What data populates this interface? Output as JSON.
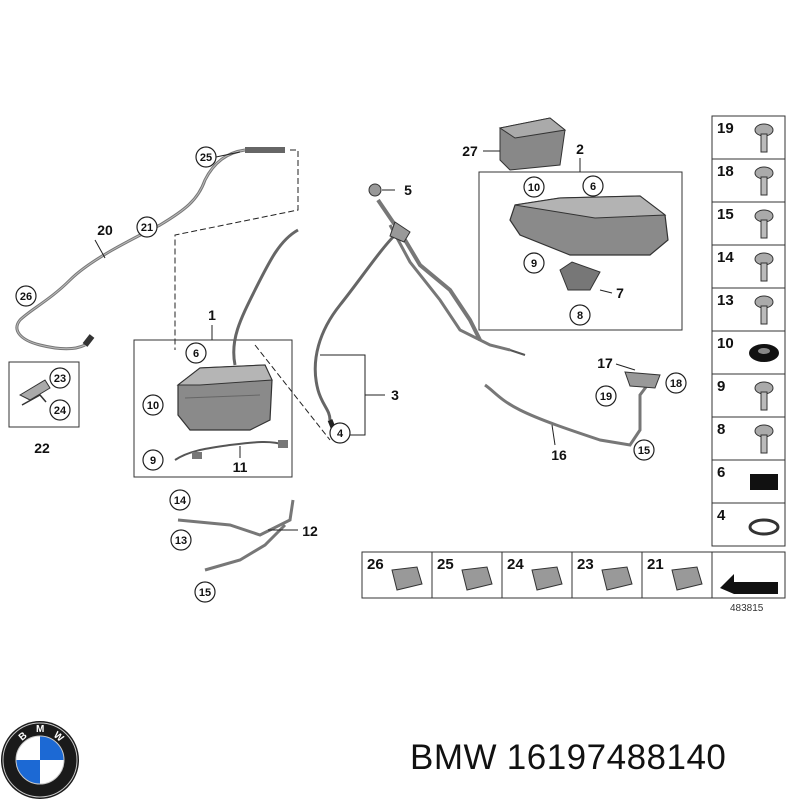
{
  "callouts_main": {
    "n1": "1",
    "n2": "2",
    "n3": "3",
    "n5": "5",
    "n7": "7",
    "n11": "11",
    "n12": "12",
    "n16": "16",
    "n17": "17",
    "n20": "20",
    "n22": "22",
    "n27": "27"
  },
  "callouts_circled": {
    "c25": "25",
    "c21": "21",
    "c26": "26",
    "c23": "23",
    "c24": "24",
    "c6a": "6",
    "c10a": "10",
    "c9a": "9",
    "c4": "4",
    "c10b": "10",
    "c6b": "6",
    "c9b": "9",
    "c8": "8",
    "c14": "14",
    "c13": "13",
    "c15a": "15",
    "c19": "19",
    "c18": "18",
    "c15b": "15"
  },
  "side_parts": [
    "19",
    "18",
    "15",
    "14",
    "13",
    "10",
    "9",
    "8",
    "6",
    "4"
  ],
  "bottom_parts": [
    "26",
    "25",
    "24",
    "23",
    "21"
  ],
  "reference_number": "483815",
  "caption": {
    "brand": "BMW",
    "part_number": "16197488140"
  },
  "logo": {
    "letters": [
      "B",
      "M",
      "W"
    ],
    "colors": {
      "blue": "#1c69d4",
      "white": "#ffffff",
      "ring": "#1a1a1a"
    }
  }
}
